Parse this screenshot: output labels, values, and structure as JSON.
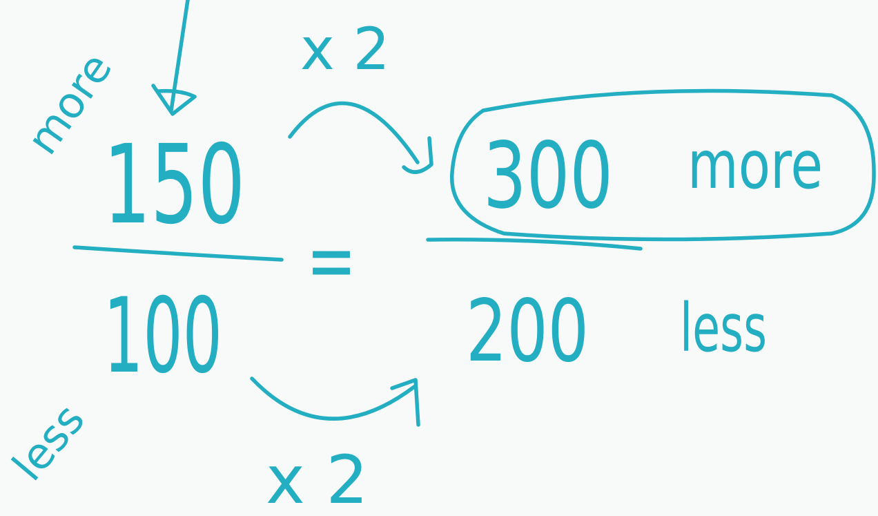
{
  "ink_color": "#23aec2",
  "background_color": "#f8f9f9",
  "left_fraction": {
    "numerator": "150",
    "denominator": "100",
    "numerator_label": "more",
    "denominator_label": "less"
  },
  "equals_sign": "=",
  "right_fraction": {
    "numerator": "300",
    "denominator": "200",
    "numerator_label": "more",
    "denominator_label": "less"
  },
  "top_multiplier": "x 2",
  "bottom_multiplier": "x 2"
}
